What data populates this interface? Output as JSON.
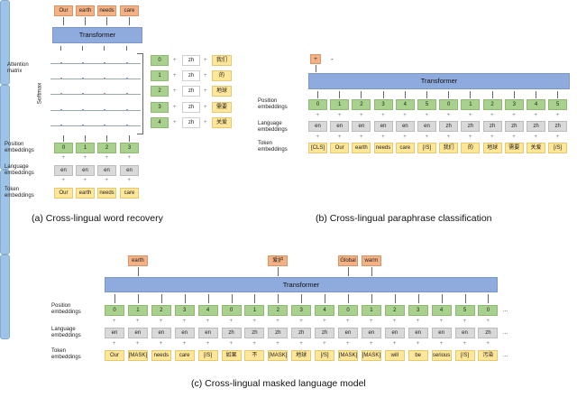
{
  "panel_a": {
    "caption": "(a) Cross-lingual word recovery",
    "outputs": [
      "Our",
      "earth",
      "needs",
      "care"
    ],
    "transformer": "Transformer",
    "attention_label": "Attention\nmatrix",
    "softmax": "Softmax",
    "row_labels": [
      "Position\nembeddings",
      "Language\nembeddings",
      "Token\nembeddings"
    ],
    "positions": [
      "0",
      "1",
      "2",
      "3"
    ],
    "languages": [
      "en",
      "en",
      "en",
      "en"
    ],
    "tokens": [
      "Our",
      "earth",
      "needs",
      "care"
    ],
    "side_positions": [
      "0",
      "1",
      "2",
      "3",
      "4"
    ],
    "side_languages": [
      "zh",
      "zh",
      "zh",
      "zh",
      "zh"
    ],
    "side_tokens": [
      "我们",
      "的",
      "地球",
      "需要",
      "关爱"
    ]
  },
  "panel_b": {
    "caption": "(b) Cross-lingual paraphrase classification",
    "outputs": [
      "+",
      "-"
    ],
    "transformer": "Transformer",
    "row_labels": [
      "Position\nembeddings",
      "Language\nembeddings",
      "Token\nembeddings"
    ],
    "positions": [
      "0",
      "1",
      "2",
      "3",
      "4",
      "5",
      "0",
      "1",
      "2",
      "3",
      "4",
      "5"
    ],
    "languages": [
      "en",
      "en",
      "en",
      "en",
      "en",
      "en",
      "zh",
      "zh",
      "zh",
      "zh",
      "zh",
      "zh"
    ],
    "tokens": [
      "[CLS]",
      "Our",
      "earth",
      "needs",
      "care",
      "[/S]",
      "我们",
      "的",
      "地球",
      "需要",
      "关爱",
      "[/S]"
    ]
  },
  "panel_c": {
    "caption": "(c) Cross-lingual masked language model",
    "outputs": [
      "earth",
      "爱护",
      "Global",
      "warm"
    ],
    "transformer": "Transformer",
    "row_labels": [
      "Position\nembeddings",
      "Language\nembeddings",
      "Token\nembeddings"
    ],
    "positions": [
      "0",
      "1",
      "2",
      "3",
      "4",
      "0",
      "1",
      "2",
      "3",
      "4",
      "0",
      "1",
      "2",
      "3",
      "4",
      "5",
      "0"
    ],
    "languages": [
      "en",
      "en",
      "en",
      "en",
      "en",
      "zh",
      "zh",
      "zh",
      "zh",
      "zh",
      "en",
      "en",
      "en",
      "en",
      "en",
      "en",
      "zh"
    ],
    "tokens": [
      "Our",
      "[MASK]",
      "needs",
      "care",
      "[/S]",
      "如果",
      "不",
      "[MASK]",
      "地球",
      "[/S]",
      "[MASK]",
      "[MASK]",
      "will",
      "be",
      "serious",
      "[/S]",
      "污染"
    ],
    "ellipsis": "..."
  },
  "symbols": {
    "plus": "+"
  },
  "colors": {
    "position": "#a9d18e",
    "language": "#d9d9d9",
    "token": "#ffe699",
    "output": "#f4b183",
    "transformer": "#8faadc",
    "attention_column": "#9dc3e6"
  }
}
